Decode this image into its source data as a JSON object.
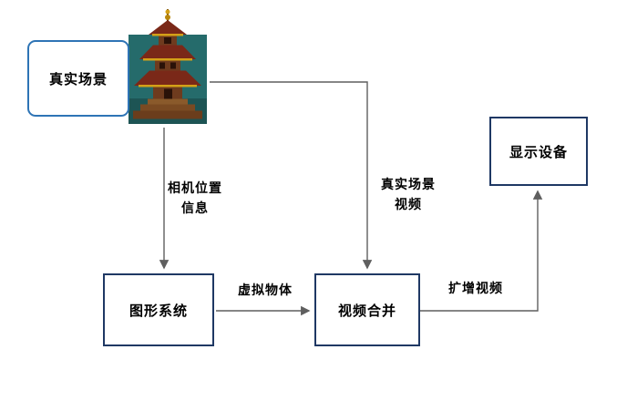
{
  "diagram": {
    "nodes": {
      "real_scene": "真实场景",
      "display_device": "显示设备",
      "graphics_system": "图形系统",
      "video_merge": "视频合并"
    },
    "edges": {
      "camera_position_line1": "相机位置",
      "camera_position_line2": "信息",
      "real_video_line1": "真实场景",
      "real_video_line2": "视频",
      "virtual_object": "虚拟物体",
      "augmented_video": "扩增视频"
    },
    "icons": {
      "pagoda_illustration": "pagoda-temple-illustration"
    },
    "colors": {
      "rounded_box_border": "#2E74B5",
      "rect_box_border": "#1F3864",
      "arrow": "#5f5f5f",
      "pagoda_background": "#256b6b",
      "pagoda_roof": "#7a2818"
    }
  }
}
